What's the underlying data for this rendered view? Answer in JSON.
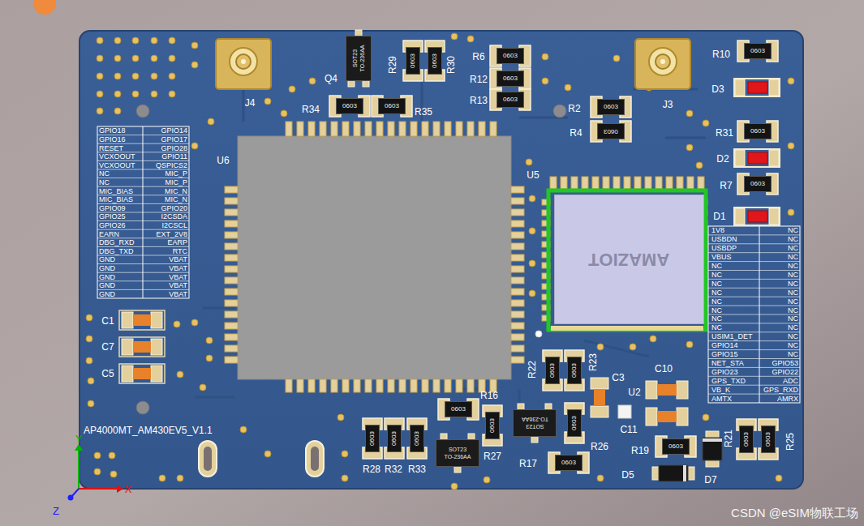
{
  "diagram": {
    "nodes": [
      {
        "text": [
          "0603"
        ]
      },
      {
        "text": [
          "0603"
        ]
      },
      {
        "text": [
          "0603"
        ]
      },
      {
        "text": [
          "0603"
        ]
      },
      {
        "text": [
          "0603"
        ]
      },
      {
        "text": [
          "0603"
        ]
      },
      {
        "text": [
          "0603"
        ]
      },
      {
        "text": [
          "0603"
        ]
      },
      {
        "text": [
          "0603"
        ]
      },
      {
        "text": [
          "0603"
        ]
      },
      {
        "text": [
          "0603"
        ]
      },
      {
        "text": [
          "0603"
        ]
      },
      {
        "text": [
          "0603"
        ]
      },
      {
        "text": [
          "0603"
        ]
      },
      {
        "text": [
          "0603"
        ]
      },
      {
        "text": [
          "0603"
        ]
      },
      {
        "text": [
          "0603"
        ]
      },
      {
        "text": [
          "0603"
        ]
      },
      {
        "text": [
          "0603"
        ]
      },
      {
        "text": [
          "0603"
        ]
      },
      {
        "text": [
          "0603"
        ]
      },
      {
        "text": [
          "0603"
        ]
      },
      {
        "text": [
          "0603"
        ]
      },
      {
        "text": [
          "0603"
        ]
      },
      {
        "text": [
          "SOT23",
          "TO-236AA"
        ]
      },
      {
        "text": [
          "SOT23",
          "TO-236AA"
        ]
      },
      {
        "text": [
          "SOT23",
          "TO-236AA"
        ]
      },
      {
        "text": [
          "AMAZIOT"
        ]
      }
    ],
    "labels": [
      "GPIO18",
      "GPIO14",
      "GPIO16",
      "GPIO17",
      "RESET",
      "GPIO28",
      "VCXOOUT",
      "GPIO11",
      "VCXOOUT",
      "QSPICS2",
      "NC",
      "MIC_P",
      "NC",
      "MIC_P",
      "MIC_BIAS",
      "MIC_N",
      "MIC_BIAS",
      "MIC_N",
      "GPIO09",
      "GPIO20",
      "GPIO25",
      "I2CSDA",
      "GPIO26",
      "I2CSCL",
      "EARN",
      "EXT_2V8",
      "DBG_RXD",
      "EARP",
      "DBG_TXD",
      "RTC",
      "GND",
      "VBAT",
      "GND",
      "VBAT",
      "GND",
      "VBAT",
      "GND",
      "VBAT",
      "GND",
      "VBAT",
      "1V8",
      "NC",
      "USBDN",
      "NC",
      "USBDP",
      "NC",
      "VBUS",
      "NC",
      "NC",
      "NC",
      "NC",
      "NC",
      "NC",
      "NC",
      "NC",
      "NC",
      "NC",
      "NC",
      "NC",
      "NC",
      "NC",
      "NC",
      "NC",
      "NC",
      "USIM1_DET",
      "NC",
      "GPIO14",
      "NC",
      "GPIO15",
      "NC",
      "NET_STA",
      "GPIO53",
      "GPIO23",
      "GPIO22",
      "GPS_TXD",
      "ADC",
      "VB_K",
      "GPS_RXD",
      "AMTX",
      "AMRX",
      "J4",
      "Q4",
      "R29",
      "R30",
      "R6",
      "R12",
      "R13",
      "R34",
      "R35",
      "R2",
      "R4",
      "J3",
      "R10",
      "D3",
      "R31",
      "D2",
      "R7",
      "D1",
      "U6",
      "U5",
      "C1",
      "C7",
      "C5",
      "R22",
      "R23",
      "C3",
      "C10",
      "U2",
      "C11",
      "R16",
      "R26",
      "R19",
      "D5",
      "D7",
      "R21",
      "R25",
      "R27",
      "R17",
      "R28",
      "R32",
      "R33",
      "AP4000MT_AM430EV5_V1.1",
      "Y",
      "X",
      "Z",
      "CSDN @eSIM物联工场"
    ]
  }
}
